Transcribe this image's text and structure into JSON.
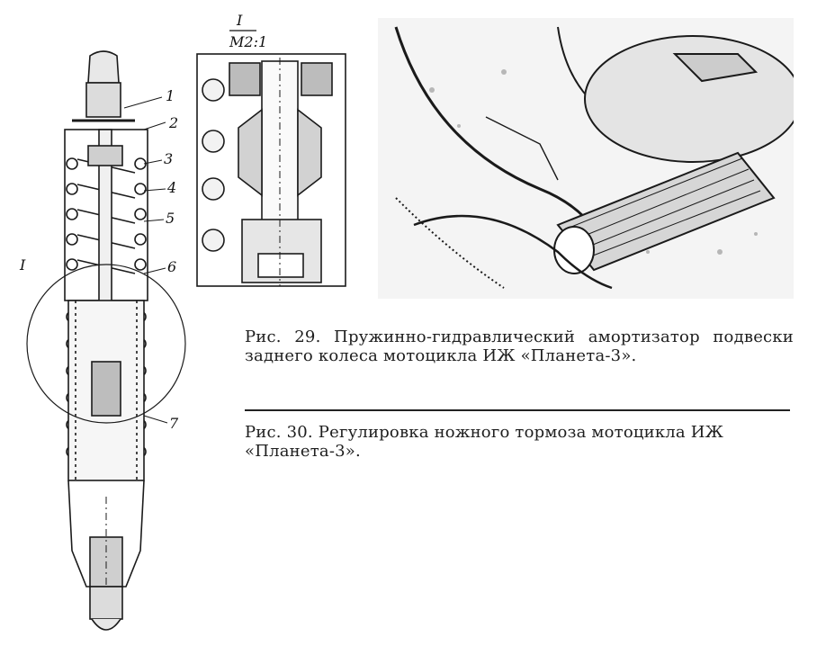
{
  "figure_labels": {
    "section_marker": "I",
    "callouts": [
      "1",
      "2",
      "3",
      "4",
      "5",
      "6",
      "7"
    ],
    "detail_title": "I",
    "detail_scale": "M2:1"
  },
  "captions": {
    "fig29": "Рис. 29. Пружинно-гидравлический амортизатор подвески заднего колеса мотоцикла ИЖ «Планета-3».",
    "fig30": "Рис. 30. Регулировка ножного тормоза мотоцикла ИЖ «Планета-3»."
  },
  "colors": {
    "ink": "#1e1e1e",
    "paper": "#ffffff"
  }
}
